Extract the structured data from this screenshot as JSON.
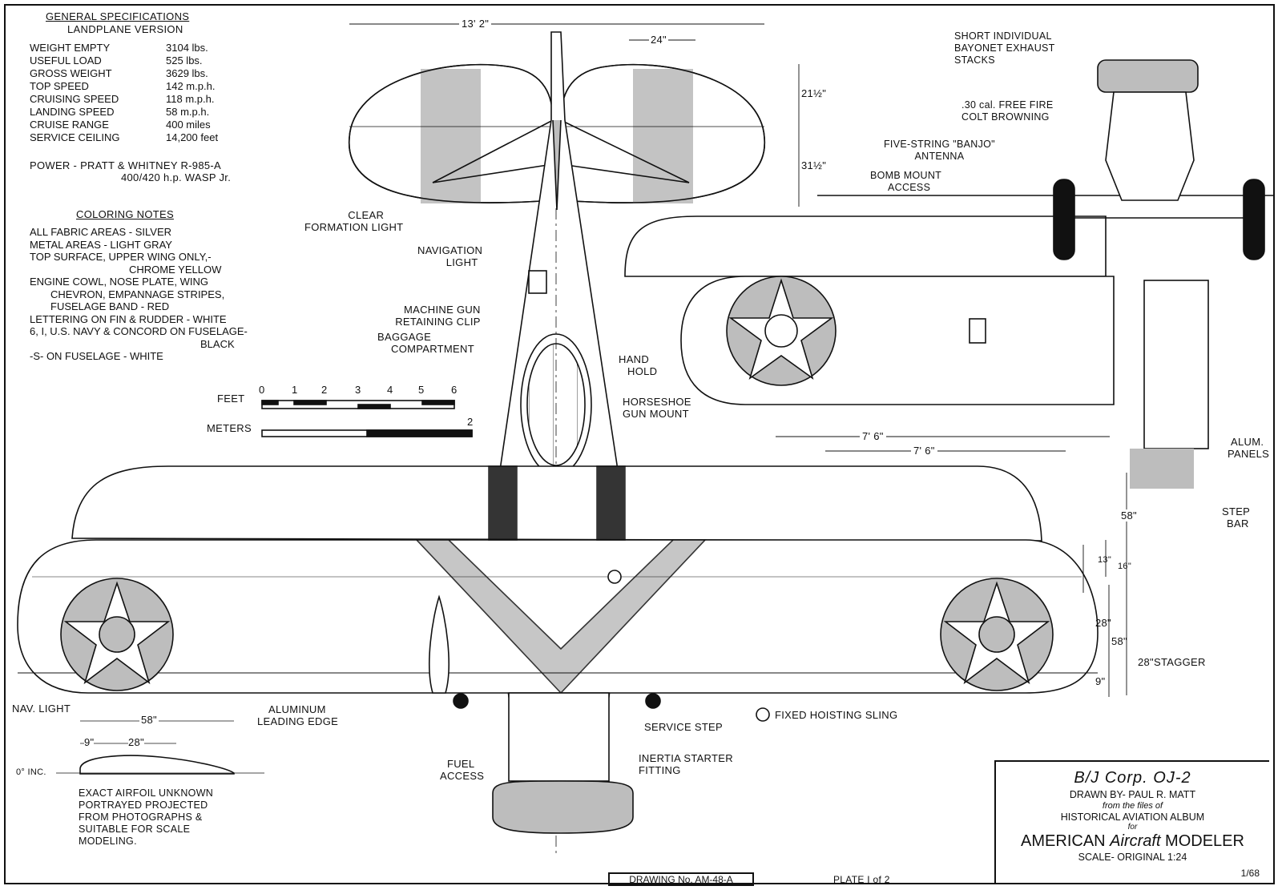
{
  "specs": {
    "heading": "GENERAL SPECIFICATIONS",
    "subheading": "LANDPLANE VERSION",
    "rows": [
      {
        "label": "WEIGHT EMPTY",
        "value": "3104 lbs."
      },
      {
        "label": "USEFUL LOAD",
        "value": "525 lbs."
      },
      {
        "label": "GROSS WEIGHT",
        "value": "3629 lbs."
      },
      {
        "label": "TOP SPEED",
        "value": "142 m.p.h."
      },
      {
        "label": "CRUISING SPEED",
        "value": "118 m.p.h."
      },
      {
        "label": "LANDING SPEED",
        "value": "58 m.p.h."
      },
      {
        "label": "CRUISE RANGE",
        "value": "400 miles"
      },
      {
        "label": "SERVICE CEILING",
        "value": "14,200 feet"
      }
    ],
    "power_line1": "POWER - PRATT & WHITNEY R-985-A",
    "power_line2": "400/420 h.p. WASP Jr."
  },
  "coloring": {
    "heading": "COLORING NOTES",
    "lines": [
      "ALL FABRIC AREAS - SILVER",
      "METAL AREAS - LIGHT GRAY",
      "TOP SURFACE, UPPER WING ONLY,-",
      "CHROME YELLOW",
      "ENGINE COWL, NOSE PLATE, WING",
      "CHEVRON, EMPANNAGE STRIPES,",
      "FUSELAGE BAND - RED",
      "LETTERING ON FIN & RUDDER - WHITE",
      "6, I, U.S. NAVY & CONCORD ON FUSELAGE-",
      "BLACK",
      "-S- ON FUSELAGE - WHITE"
    ]
  },
  "scale_bar": {
    "feet_label": "FEET",
    "meters_label": "METERS",
    "feet_ticks": [
      "0",
      "1",
      "2",
      "3",
      "4",
      "5",
      "6"
    ],
    "meters_end": "2"
  },
  "dimensions": {
    "tail_span": "13' 2\"",
    "gap_24": "24\"",
    "d21": "21½\"",
    "d31": "31½\"",
    "span_7_6_a": "7' 6\"",
    "span_7_6_b": "7' 6\"",
    "d58_right": "58\"",
    "d13": "13\"",
    "d16": "16\"",
    "d28": "28\"",
    "d58_small": "58\"",
    "stagger": "28\"STAGGER",
    "d9": "9\"",
    "airfoil_58": "58\"",
    "airfoil_9": "9\"",
    "airfoil_28": "28\"",
    "incidence": "0° INC."
  },
  "callouts": {
    "clear_formation_light": [
      "CLEAR",
      "FORMATION LIGHT"
    ],
    "navigation_light": [
      "NAVIGATION",
      "LIGHT"
    ],
    "mg_clip": [
      "MACHINE GUN",
      "RETAINING CLIP"
    ],
    "baggage": [
      "BAGGAGE",
      "COMPARTMENT"
    ],
    "hand_hold": [
      "HAND",
      "HOLD"
    ],
    "horseshoe": [
      "HORSESHOE",
      "GUN MOUNT"
    ],
    "exhaust": [
      "SHORT INDIVIDUAL",
      "BAYONET EXHAUST",
      "STACKS"
    ],
    "browning": [
      ".30 cal. FREE FIRE",
      "COLT BROWNING"
    ],
    "banjo": [
      "FIVE-STRING \"BANJO\"",
      "ANTENNA"
    ],
    "bomb_mount": [
      "BOMB MOUNT",
      "ACCESS"
    ],
    "alum_panels": [
      "ALUM.",
      "PANELS"
    ],
    "step_bar": [
      "STEP",
      "BAR"
    ],
    "nav_light": "NAV. LIGHT",
    "aluminum_le": [
      "ALUMINUM",
      "LEADING EDGE"
    ],
    "service_step": "SERVICE STEP",
    "hoisting": "FIXED HOISTING SLING",
    "fuel_access": [
      "FUEL",
      "ACCESS"
    ],
    "inertia": [
      "INERTIA STARTER",
      "FITTING"
    ],
    "airfoil_note": [
      "EXACT AIRFOIL UNKNOWN",
      "PORTRAYED PROJECTED",
      "FROM PHOTOGRAPHS &",
      "SUITABLE FOR SCALE",
      "MODELING."
    ]
  },
  "title_block": {
    "name": "B/J Corp. OJ-2",
    "drawn_by": "DRAWN BY- PAUL R. MATT",
    "from_files": "from the files of",
    "album": "HISTORICAL AVIATION ALBUM",
    "for": "for",
    "mag_part1": "AMERICAN ",
    "mag_part2": "Aircraft",
    "mag_part3": " MODELER",
    "scale": "SCALE- ORIGINAL 1:24",
    "date": "1/68"
  },
  "drawing_no": "DRAWING No. AM-48-A",
  "plate": "PLATE I of 2",
  "colors": {
    "ink": "#111111",
    "shade": "#bdbdbd",
    "paper": "#ffffff"
  }
}
